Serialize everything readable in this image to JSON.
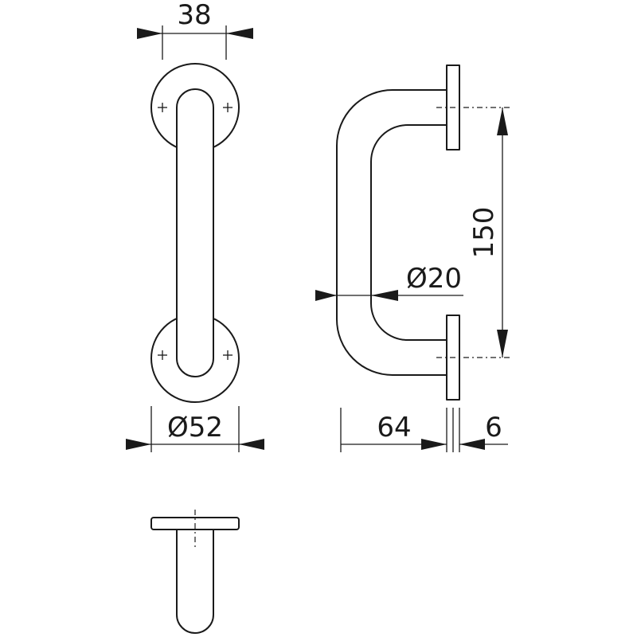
{
  "colors": {
    "line": "#1a1a1a",
    "background": "#ffffff"
  },
  "dimensions": {
    "rose_hole_spacing": "38",
    "rose_diameter": "Ø52",
    "bar_diameter": "Ø20",
    "center_distance": "150",
    "projection": "64",
    "rose_thickness": "6"
  }
}
